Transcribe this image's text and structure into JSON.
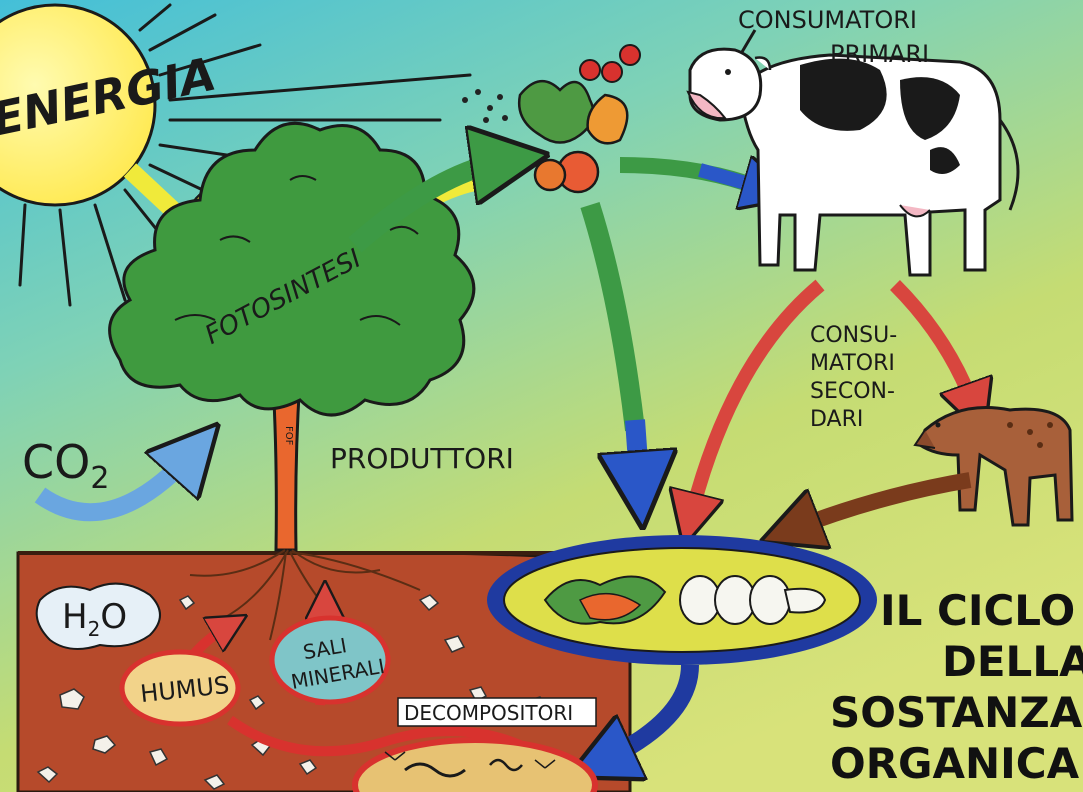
{
  "labels": {
    "energy": "ENERGIA",
    "photosynthesis": "FOTOSINTESI",
    "co2": "CO",
    "co2_subscript": "2",
    "producers": "PRODUTTORI",
    "primary_consumers_line1": "CONSUMATORI",
    "primary_consumers_line2": "PRIMARI",
    "secondary_consumers_line1": "CONSU-",
    "secondary_consumers_line2": "MATORI",
    "secondary_consumers_line3": "SECON-",
    "secondary_consumers_line4": "DARI",
    "water": "H",
    "water_subscript": "2",
    "water_end": "O",
    "humus": "HUMUS",
    "mineral_salts_line1": "SALI",
    "mineral_salts_line2": "MINERALI",
    "decomposers": "DECOMPOSITORI",
    "tree_mark": "FOF"
  },
  "title": {
    "line1": "IL CICLO",
    "line2": "DELLA",
    "line3": "SOSTANZA",
    "line4": "ORGANICA"
  },
  "colors": {
    "sky_top": "#4fc4d9",
    "sky_mid": "#7fd0b0",
    "grass": "#c9dc6a",
    "soil": "#b94a2a",
    "sun": "#fff15a",
    "tree": "#3f9a3f",
    "arrow_green": "#3d9a45",
    "arrow_blue": "#2a57c8",
    "arrow_red": "#d8463e",
    "arrow_brown": "#7a3b1c",
    "arrow_yellow": "#f0ea3a"
  }
}
